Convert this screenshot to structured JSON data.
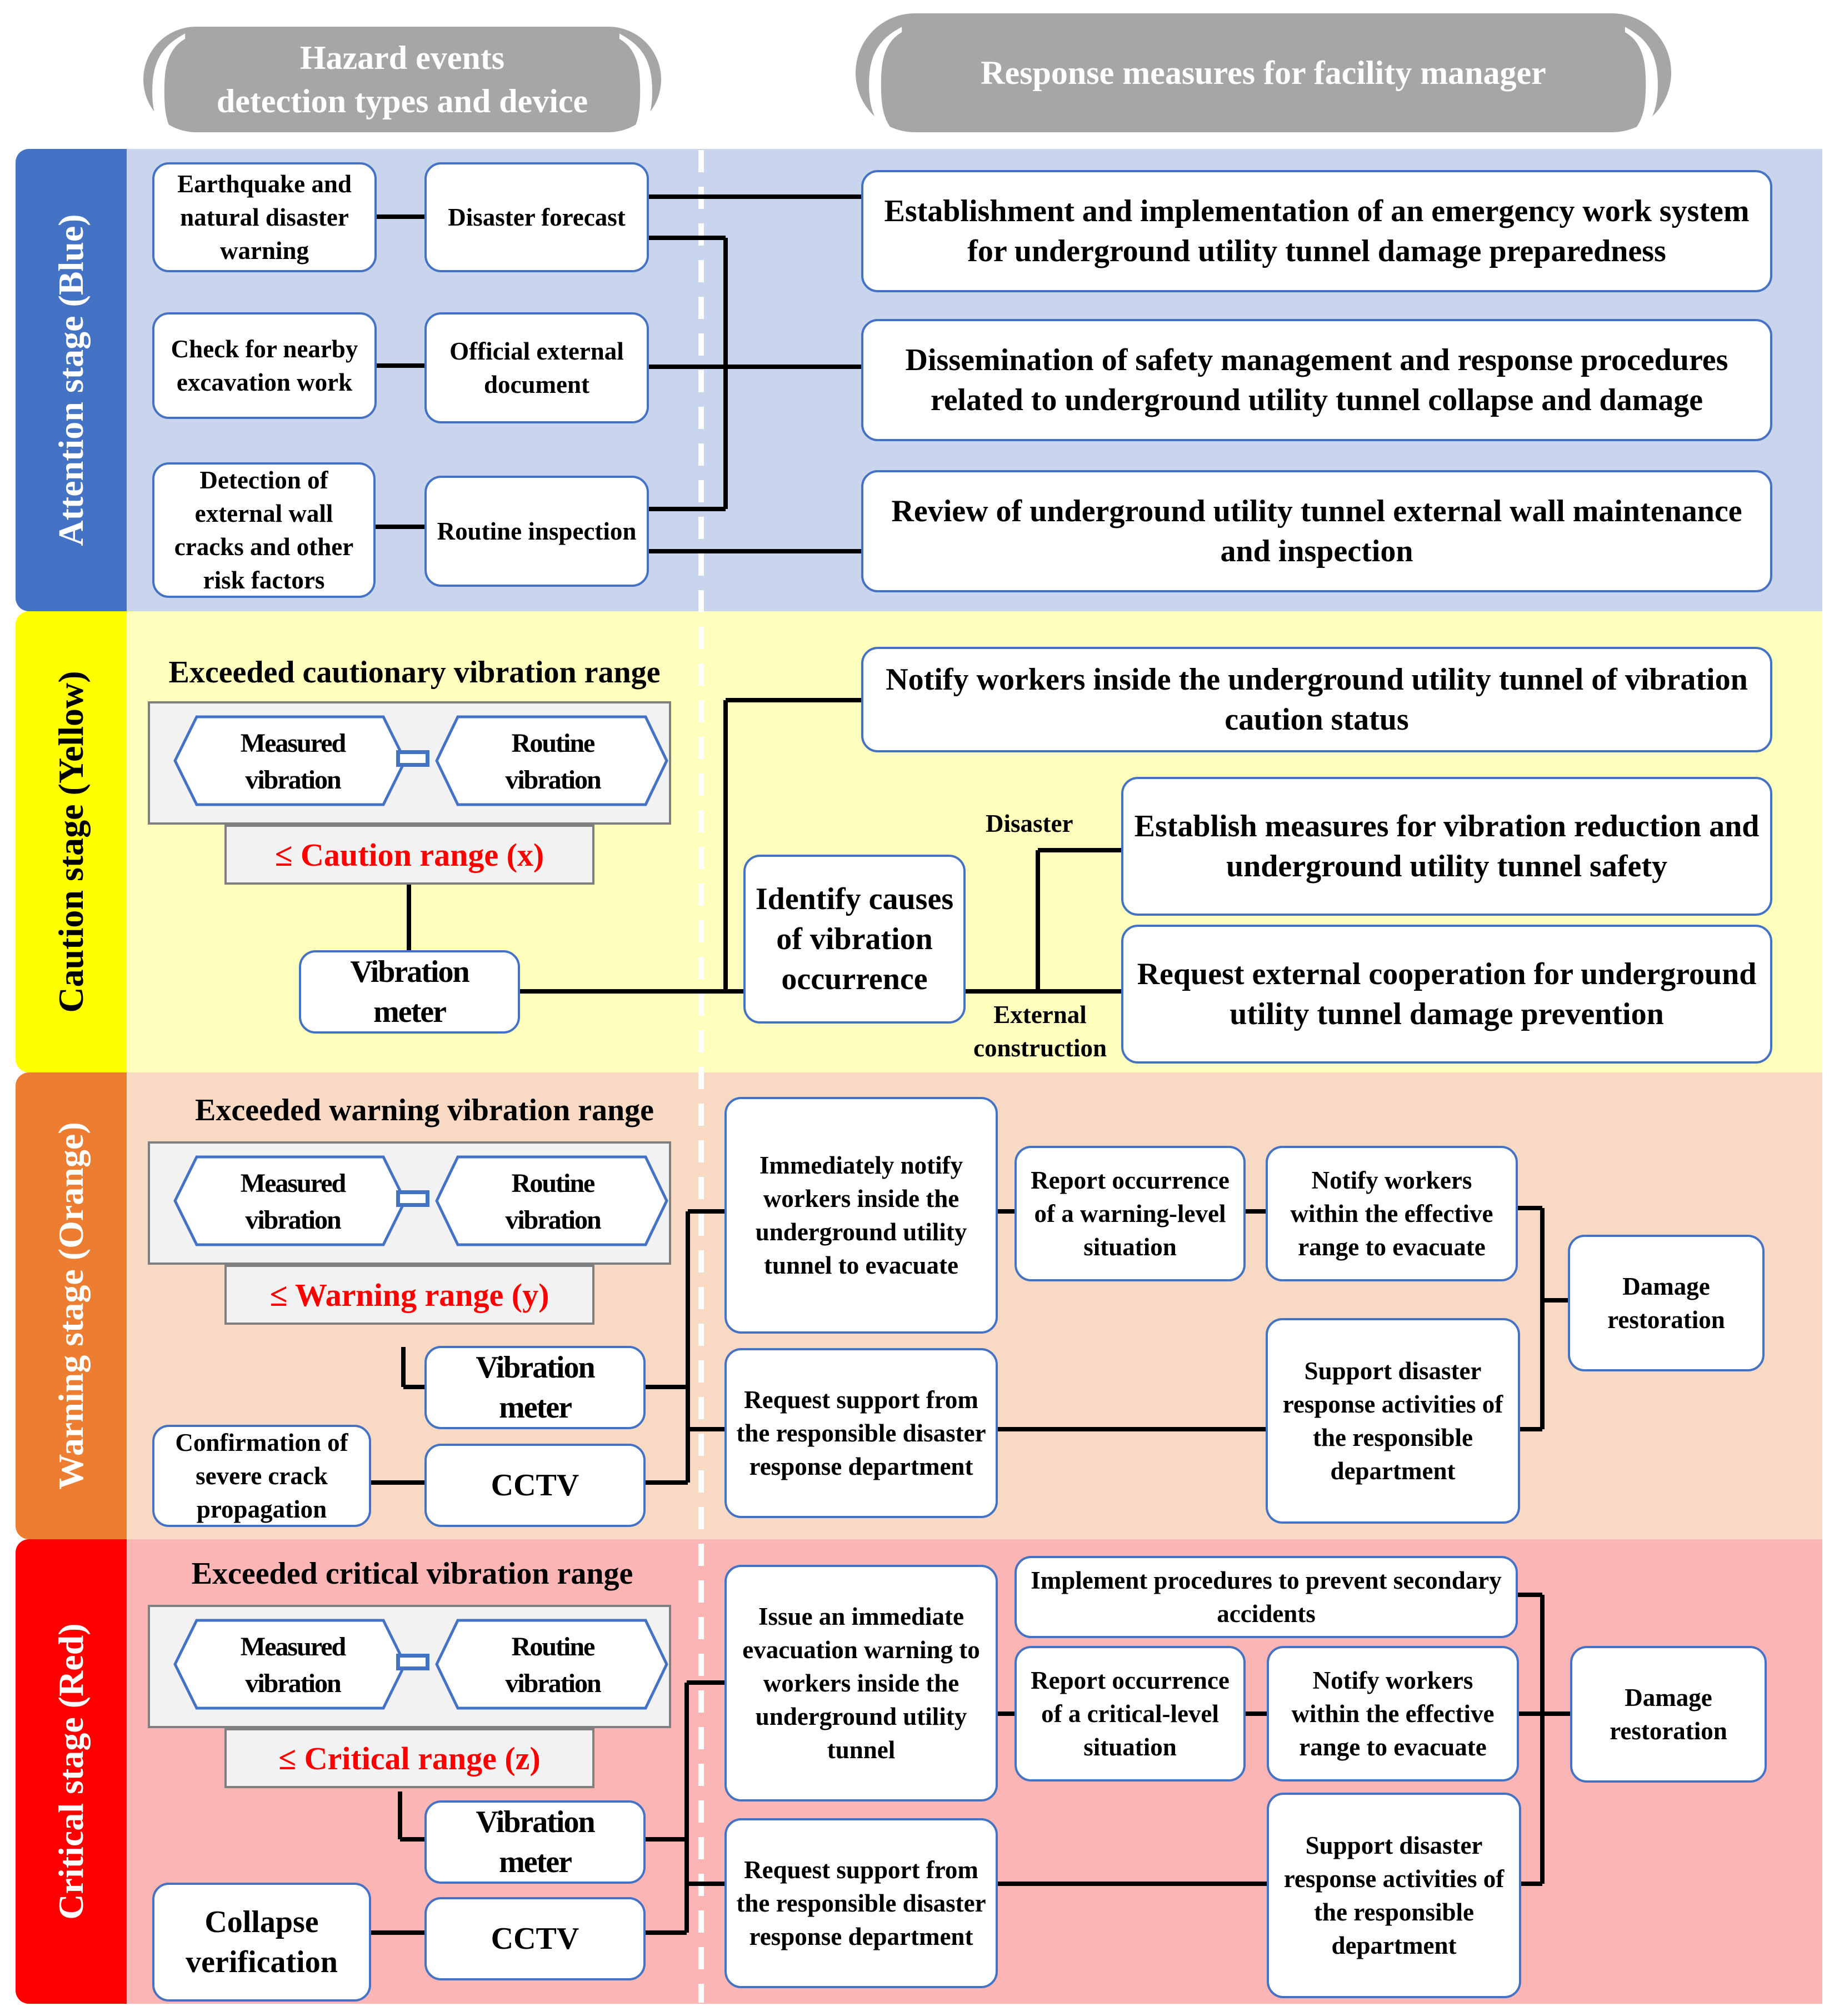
{
  "colors": {
    "attention_band": "#c9d5ec",
    "caution_band": "#feffbd",
    "warning_band": "#f8d9c3",
    "critical_band": "#fbb5b4",
    "attention_bar": "#4472c4",
    "caution_bar": "#ffff00",
    "warning_bar": "#ed7d31",
    "critical_bar": "#ff0000",
    "box_border": "#4472c4",
    "header_pill": "#a6a6a6",
    "range_text": "#ff0000"
  },
  "headers": {
    "left": [
      "Hazard events",
      "detection types and device"
    ],
    "right": "Response measures for facility manager"
  },
  "stages": {
    "attention": "Attention stage (Blue)",
    "caution": "Caution stage (Yellow)",
    "warning": "Warning stage (Orange)",
    "critical": "Critical stage (Red)"
  },
  "attention": {
    "events": [
      "Earthquake and natural disaster warning",
      "Check for nearby excavation work",
      "Detection of external wall cracks and other risk factors"
    ],
    "sources": [
      "Disaster forecast",
      "Official external document",
      "Routine inspection"
    ],
    "measures": [
      "Establishment and implementation of an emergency work system for underground utility tunnel damage preparedness",
      "Dissemination of safety management and response procedures related to underground utility tunnel collapse and damage",
      "Review of underground utility tunnel external wall maintenance and inspection"
    ]
  },
  "caution": {
    "title": "Exceeded cautionary vibration range",
    "measured": "Measured vibration",
    "routine": "Routine vibration",
    "range": "≤ Caution range (x)",
    "meter": "Vibration meter",
    "identify": "Identify causes of vibration occurrence",
    "notify": "Notify workers inside the underground utility tunnel of vibration caution status",
    "disaster_label": "Disaster",
    "external_label": "External construction",
    "establish": "Establish measures for vibration reduction and underground utility tunnel safety",
    "request": "Request external cooperation for underground utility tunnel damage prevention"
  },
  "warning": {
    "title": "Exceeded warning vibration range",
    "measured": "Measured vibration",
    "routine": "Routine vibration",
    "range": "≤ Warning range (y)",
    "meter": "Vibration meter",
    "crack": "Confirmation of severe crack propagation",
    "cctv": "CCTV",
    "notify": "Immediately notify workers inside the underground utility tunnel to evacuate",
    "report": "Report occurrence of a warning-level situation",
    "notify_range": "Notify workers within the effective range to evacuate",
    "request": "Request support from the responsible disaster response department",
    "support": "Support disaster response activities of the responsible department",
    "restoration": "Damage restoration"
  },
  "critical": {
    "title": "Exceeded critical vibration range",
    "measured": "Measured vibration",
    "routine": "Routine vibration",
    "range": "≤ Critical range (z)",
    "meter": "Vibration meter",
    "collapse": "Collapse verification",
    "cctv": "CCTV",
    "evacuate": "Issue an immediate evacuation warning to workers inside the underground utility tunnel",
    "secondary": "Implement procedures to prevent secondary accidents",
    "report": "Report occurrence of a critical-level situation",
    "notify_range": "Notify workers within the effective range to evacuate",
    "request": "Request support from the responsible disaster response department",
    "support": "Support disaster response activities of the responsible department",
    "restoration": "Damage restoration"
  }
}
